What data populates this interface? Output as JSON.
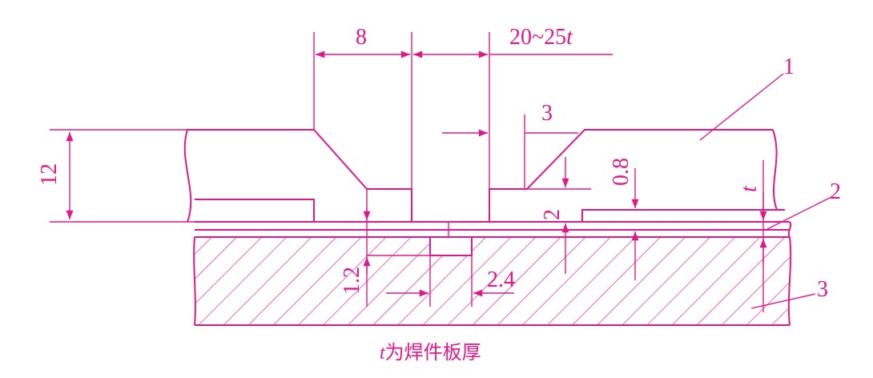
{
  "colors": {
    "line": "#e0198a",
    "background": "#ffffff"
  },
  "diagram": {
    "dimensions": {
      "d8": "8",
      "d20_25t": "20~25",
      "d20_25t_italic": "t",
      "d3": "3",
      "d12": "12",
      "d2": "2",
      "d0_8": "0.8",
      "dt": "t",
      "d1_2": "1.2",
      "d2_4": "2.4"
    },
    "parts": {
      "p1": "1",
      "p2": "2",
      "p3": "3"
    },
    "caption": {
      "italic": "t",
      "text": "为焊件板厚"
    }
  }
}
